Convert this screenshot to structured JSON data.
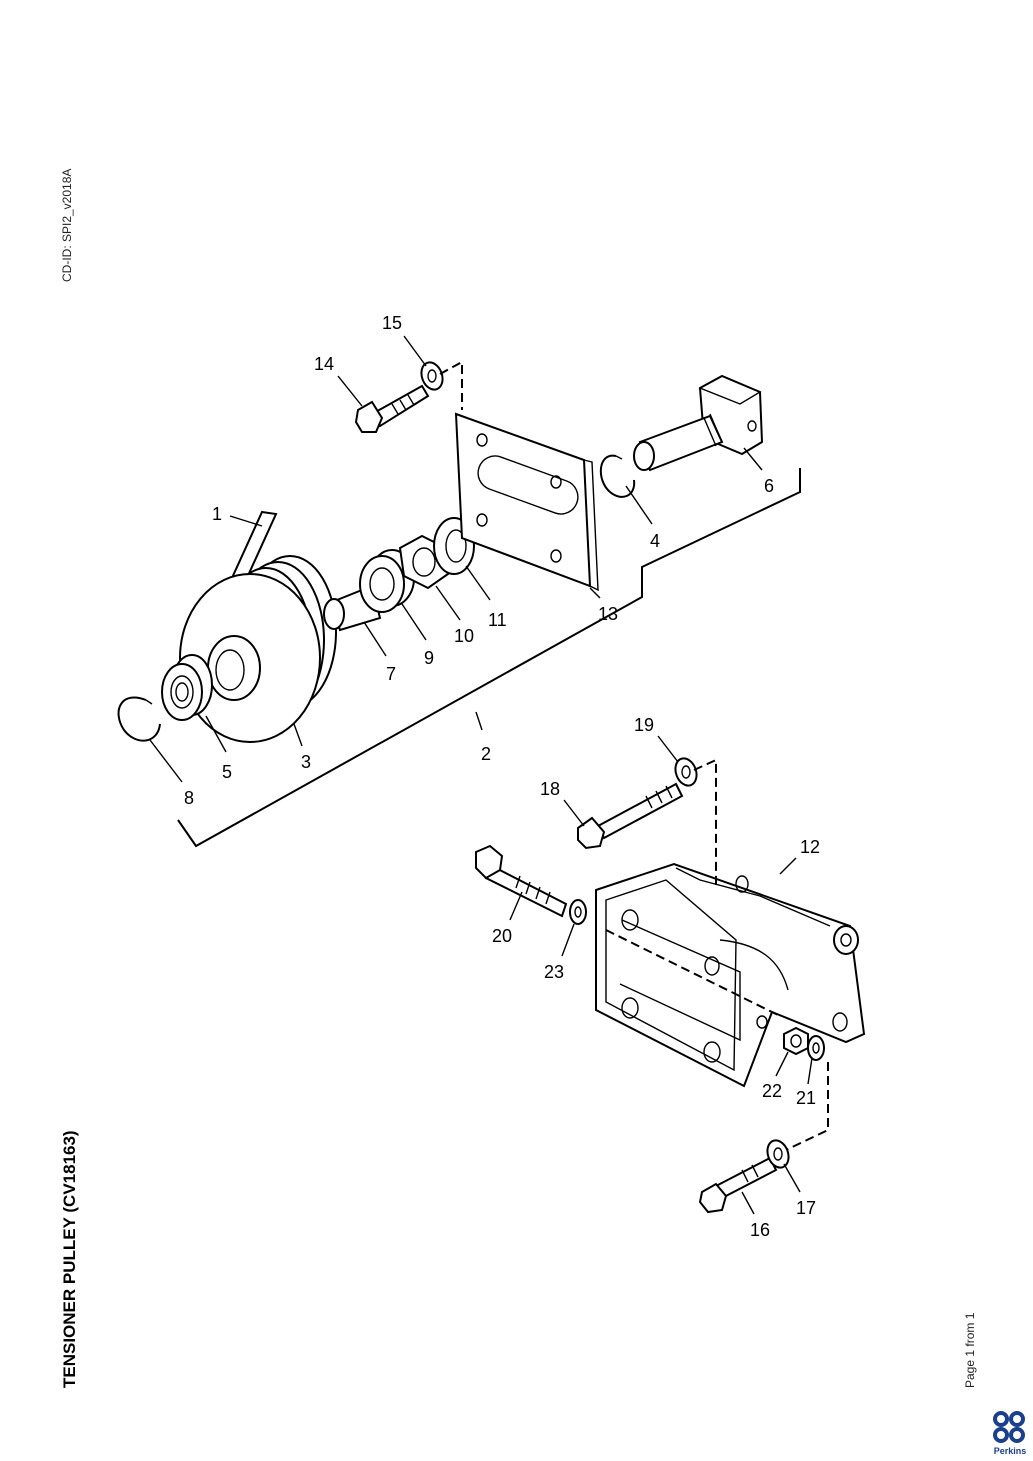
{
  "document": {
    "title": "TENSIONER PULLEY (CV18163)",
    "cd_id": "CD-ID: SPI2_v2018A",
    "page_indicator": "Page 1 from 1",
    "brand": "Perkins"
  },
  "callouts": [
    "1",
    "2",
    "3",
    "4",
    "5",
    "6",
    "7",
    "8",
    "9",
    "10",
    "11",
    "12",
    "13",
    "14",
    "15",
    "16",
    "17",
    "18",
    "19",
    "20",
    "21",
    "22",
    "23"
  ],
  "colors": {
    "ink": "#000000",
    "brand": "#1b3f8f"
  }
}
